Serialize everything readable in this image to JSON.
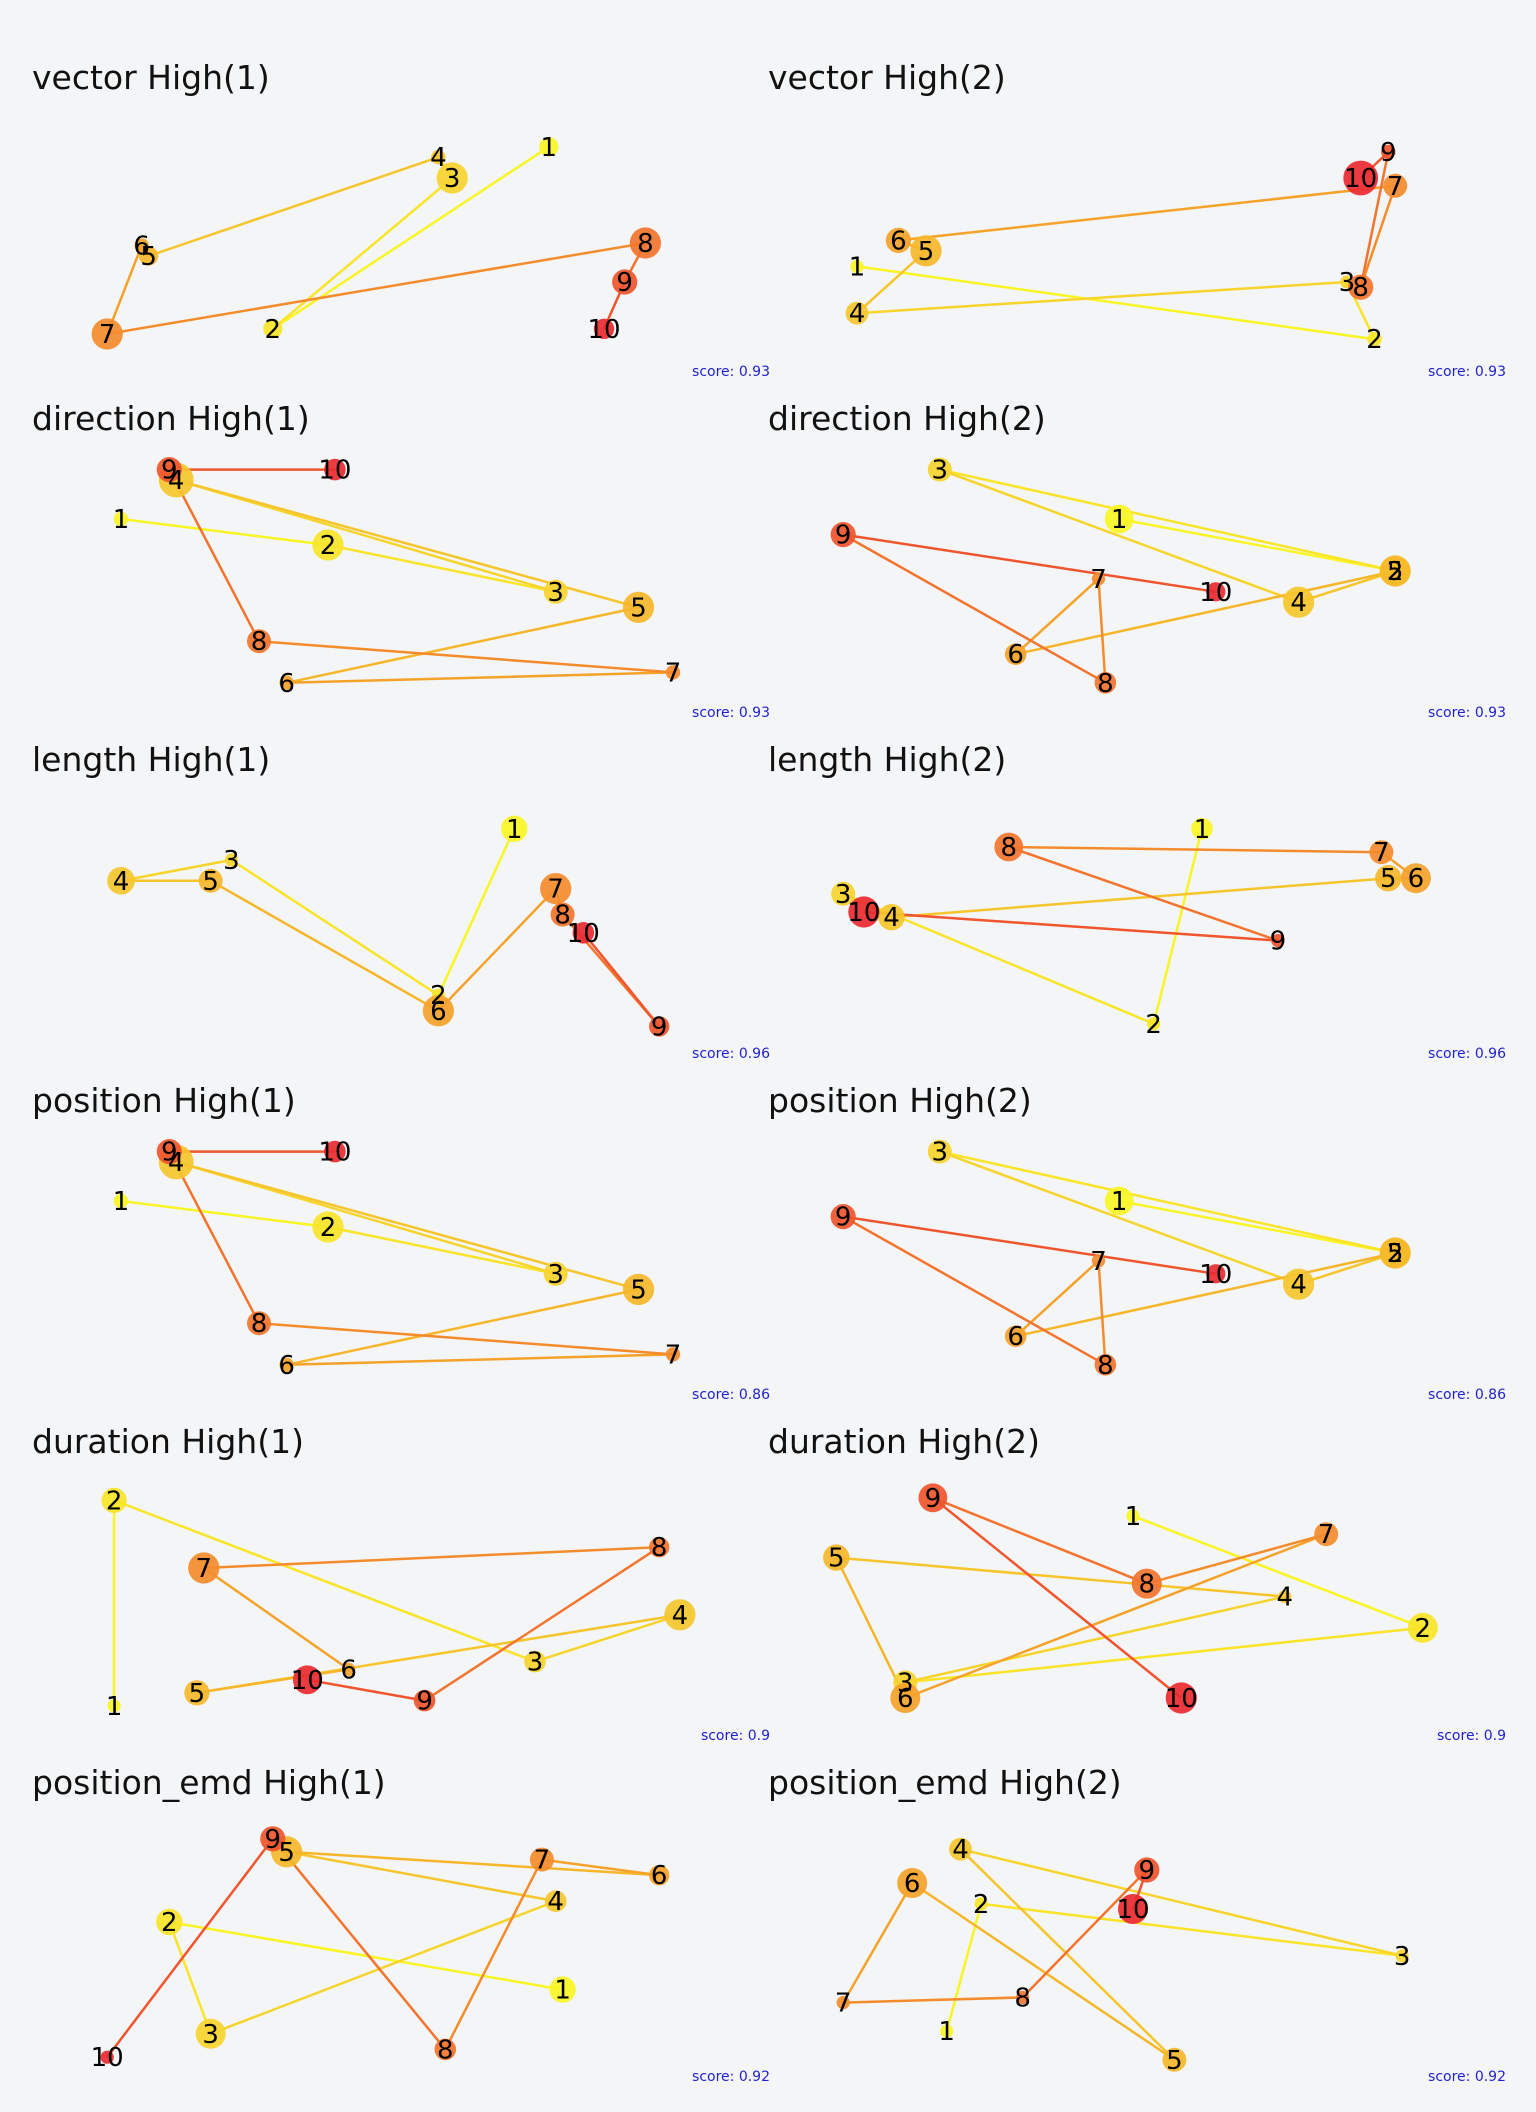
{
  "figure": {
    "colors": {
      "background": "#f3f5f7",
      "title_text": "#111111",
      "score_text": "#2222cc",
      "label_text": "#000000",
      "rank_ramp": [
        "#f9f524",
        "#f9e428",
        "#f7d42c",
        "#f6c52c",
        "#f6b62a",
        "#f5a22a",
        "#f48c2c",
        "#f3742e",
        "#f0552e",
        "#ea2a30"
      ]
    },
    "panels": [
      {
        "title": "vector High(1)",
        "score": "score: 0.93",
        "points": [
          {
            "label": "1",
            "x": 0.72,
            "y": 0.18
          },
          {
            "label": "2",
            "x": 0.32,
            "y": 0.88
          },
          {
            "label": "3",
            "x": 0.58,
            "y": 0.3
          },
          {
            "label": "4",
            "x": 0.56,
            "y": 0.22
          },
          {
            "label": "5",
            "x": 0.14,
            "y": 0.6
          },
          {
            "label": "6",
            "x": 0.13,
            "y": 0.56
          },
          {
            "label": "7",
            "x": 0.08,
            "y": 0.9
          },
          {
            "label": "8",
            "x": 0.86,
            "y": 0.55
          },
          {
            "label": "9",
            "x": 0.83,
            "y": 0.7
          },
          {
            "label": "10",
            "x": 0.8,
            "y": 0.88
          }
        ],
        "sizes": [
          0.3,
          0.3,
          0.8,
          0.1,
          0.3,
          0.1,
          0.8,
          0.8,
          0.55,
          0.35
        ]
      },
      {
        "title": "vector High(2)",
        "score": "score: 0.93",
        "points": [
          {
            "label": "1",
            "x": 0.1,
            "y": 0.64
          },
          {
            "label": "2",
            "x": 0.85,
            "y": 0.92
          },
          {
            "label": "3",
            "x": 0.81,
            "y": 0.7
          },
          {
            "label": "4",
            "x": 0.1,
            "y": 0.82
          },
          {
            "label": "5",
            "x": 0.2,
            "y": 0.58
          },
          {
            "label": "6",
            "x": 0.16,
            "y": 0.54
          },
          {
            "label": "7",
            "x": 0.88,
            "y": 0.33
          },
          {
            "label": "8",
            "x": 0.83,
            "y": 0.72
          },
          {
            "label": "9",
            "x": 0.87,
            "y": 0.2
          },
          {
            "label": "10",
            "x": 0.83,
            "y": 0.3
          }
        ],
        "sizes": [
          0.05,
          0.1,
          0.05,
          0.45,
          0.8,
          0.55,
          0.5,
          0.55,
          0.1,
          0.95
        ]
      },
      {
        "title": "direction High(1)",
        "score": "score: 0.93",
        "points": [
          {
            "label": "1",
            "x": 0.1,
            "y": 0.3
          },
          {
            "label": "2",
            "x": 0.4,
            "y": 0.4
          },
          {
            "label": "3",
            "x": 0.73,
            "y": 0.58
          },
          {
            "label": "4",
            "x": 0.18,
            "y": 0.15
          },
          {
            "label": "5",
            "x": 0.85,
            "y": 0.64
          },
          {
            "label": "6",
            "x": 0.34,
            "y": 0.93
          },
          {
            "label": "7",
            "x": 0.9,
            "y": 0.89
          },
          {
            "label": "8",
            "x": 0.3,
            "y": 0.77
          },
          {
            "label": "9",
            "x": 0.17,
            "y": 0.11
          },
          {
            "label": "10",
            "x": 0.41,
            "y": 0.11
          }
        ],
        "sizes": [
          0.1,
          0.8,
          0.5,
          0.95,
          0.8,
          0.1,
          0.1,
          0.5,
          0.55,
          0.4
        ]
      },
      {
        "title": "direction High(2)",
        "score": "score: 0.93",
        "points": [
          {
            "label": "1",
            "x": 0.48,
            "y": 0.3
          },
          {
            "label": "2",
            "x": 0.88,
            "y": 0.5
          },
          {
            "label": "3",
            "x": 0.22,
            "y": 0.11
          },
          {
            "label": "4",
            "x": 0.74,
            "y": 0.62
          },
          {
            "label": "5",
            "x": 0.88,
            "y": 0.5
          },
          {
            "label": "6",
            "x": 0.33,
            "y": 0.82
          },
          {
            "label": "7",
            "x": 0.45,
            "y": 0.53
          },
          {
            "label": "8",
            "x": 0.46,
            "y": 0.93
          },
          {
            "label": "9",
            "x": 0.08,
            "y": 0.36
          },
          {
            "label": "10",
            "x": 0.62,
            "y": 0.58
          }
        ],
        "sizes": [
          0.7,
          0.75,
          0.5,
          0.8,
          0.8,
          0.4,
          0.05,
          0.4,
          0.55,
          0.3
        ]
      },
      {
        "title": "length High(1)",
        "score": "score: 0.96",
        "points": [
          {
            "label": "1",
            "x": 0.67,
            "y": 0.18
          },
          {
            "label": "2",
            "x": 0.56,
            "y": 0.82
          },
          {
            "label": "3",
            "x": 0.26,
            "y": 0.3
          },
          {
            "label": "4",
            "x": 0.1,
            "y": 0.38
          },
          {
            "label": "5",
            "x": 0.23,
            "y": 0.38
          },
          {
            "label": "6",
            "x": 0.56,
            "y": 0.88
          },
          {
            "label": "7",
            "x": 0.73,
            "y": 0.41
          },
          {
            "label": "8",
            "x": 0.74,
            "y": 0.51
          },
          {
            "label": "9",
            "x": 0.88,
            "y": 0.94
          },
          {
            "label": "10",
            "x": 0.77,
            "y": 0.58
          }
        ],
        "sizes": [
          0.6,
          0.05,
          0.05,
          0.65,
          0.5,
          0.8,
          0.8,
          0.5,
          0.35,
          0.4
        ]
      },
      {
        "title": "length High(2)",
        "score": "score: 0.96",
        "points": [
          {
            "label": "1",
            "x": 0.6,
            "y": 0.18
          },
          {
            "label": "2",
            "x": 0.53,
            "y": 0.93
          },
          {
            "label": "3",
            "x": 0.08,
            "y": 0.43
          },
          {
            "label": "4",
            "x": 0.15,
            "y": 0.52
          },
          {
            "label": "5",
            "x": 0.87,
            "y": 0.37
          },
          {
            "label": "6",
            "x": 0.91,
            "y": 0.37
          },
          {
            "label": "7",
            "x": 0.86,
            "y": 0.27
          },
          {
            "label": "8",
            "x": 0.32,
            "y": 0.25
          },
          {
            "label": "9",
            "x": 0.71,
            "y": 0.61
          },
          {
            "label": "10",
            "x": 0.11,
            "y": 0.5
          }
        ],
        "sizes": [
          0.4,
          0.05,
          0.5,
          0.6,
          0.6,
          0.75,
          0.5,
          0.7,
          0.05,
          0.8
        ]
      },
      {
        "title": "position High(1)",
        "score": "score: 0.86",
        "points": [
          {
            "label": "1",
            "x": 0.1,
            "y": 0.3
          },
          {
            "label": "2",
            "x": 0.4,
            "y": 0.4
          },
          {
            "label": "3",
            "x": 0.73,
            "y": 0.58
          },
          {
            "label": "4",
            "x": 0.18,
            "y": 0.15
          },
          {
            "label": "5",
            "x": 0.85,
            "y": 0.64
          },
          {
            "label": "6",
            "x": 0.34,
            "y": 0.93
          },
          {
            "label": "7",
            "x": 0.9,
            "y": 0.89
          },
          {
            "label": "8",
            "x": 0.3,
            "y": 0.77
          },
          {
            "label": "9",
            "x": 0.17,
            "y": 0.11
          },
          {
            "label": "10",
            "x": 0.41,
            "y": 0.11
          }
        ],
        "sizes": [
          0.1,
          0.8,
          0.5,
          0.95,
          0.8,
          0.1,
          0.1,
          0.5,
          0.55,
          0.4
        ]
      },
      {
        "title": "position High(2)",
        "score": "score: 0.86",
        "points": [
          {
            "label": "1",
            "x": 0.48,
            "y": 0.3
          },
          {
            "label": "2",
            "x": 0.88,
            "y": 0.5
          },
          {
            "label": "3",
            "x": 0.22,
            "y": 0.11
          },
          {
            "label": "4",
            "x": 0.74,
            "y": 0.62
          },
          {
            "label": "5",
            "x": 0.88,
            "y": 0.5
          },
          {
            "label": "6",
            "x": 0.33,
            "y": 0.82
          },
          {
            "label": "7",
            "x": 0.45,
            "y": 0.53
          },
          {
            "label": "8",
            "x": 0.46,
            "y": 0.93
          },
          {
            "label": "9",
            "x": 0.08,
            "y": 0.36
          },
          {
            "label": "10",
            "x": 0.62,
            "y": 0.58
          }
        ],
        "sizes": [
          0.7,
          0.75,
          0.5,
          0.8,
          0.8,
          0.4,
          0.05,
          0.4,
          0.55,
          0.3
        ]
      },
      {
        "title": "duration High(1)",
        "score": "score: 0.9",
        "points": [
          {
            "label": "1",
            "x": 0.09,
            "y": 0.93
          },
          {
            "label": "2",
            "x": 0.09,
            "y": 0.14
          },
          {
            "label": "3",
            "x": 0.7,
            "y": 0.76
          },
          {
            "label": "4",
            "x": 0.91,
            "y": 0.58
          },
          {
            "label": "5",
            "x": 0.21,
            "y": 0.88
          },
          {
            "label": "6",
            "x": 0.43,
            "y": 0.79
          },
          {
            "label": "7",
            "x": 0.22,
            "y": 0.4
          },
          {
            "label": "8",
            "x": 0.88,
            "y": 0.32
          },
          {
            "label": "9",
            "x": 0.54,
            "y": 0.91
          },
          {
            "label": "10",
            "x": 0.37,
            "y": 0.83
          }
        ],
        "sizes": [
          0.05,
          0.55,
          0.4,
          0.8,
          0.55,
          0.05,
          0.8,
          0.35,
          0.4,
          0.7
        ]
      },
      {
        "title": "duration High(2)",
        "score": "score: 0.9",
        "points": [
          {
            "label": "1",
            "x": 0.5,
            "y": 0.2
          },
          {
            "label": "2",
            "x": 0.92,
            "y": 0.63
          },
          {
            "label": "3",
            "x": 0.17,
            "y": 0.84
          },
          {
            "label": "4",
            "x": 0.72,
            "y": 0.51
          },
          {
            "label": "5",
            "x": 0.07,
            "y": 0.36
          },
          {
            "label": "6",
            "x": 0.17,
            "y": 0.9
          },
          {
            "label": "7",
            "x": 0.78,
            "y": 0.27
          },
          {
            "label": "8",
            "x": 0.52,
            "y": 0.46
          },
          {
            "label": "9",
            "x": 0.21,
            "y": 0.13
          },
          {
            "label": "10",
            "x": 0.57,
            "y": 0.9
          }
        ],
        "sizes": [
          0.05,
          0.75,
          0.5,
          0.05,
          0.6,
          0.75,
          0.5,
          0.75,
          0.7,
          0.8
        ]
      },
      {
        "title": "position_emd High(1)",
        "score": "score: 0.92",
        "points": [
          {
            "label": "1",
            "x": 0.74,
            "y": 0.71
          },
          {
            "label": "2",
            "x": 0.17,
            "y": 0.45
          },
          {
            "label": "3",
            "x": 0.23,
            "y": 0.88
          },
          {
            "label": "4",
            "x": 0.73,
            "y": 0.37
          },
          {
            "label": "5",
            "x": 0.34,
            "y": 0.18
          },
          {
            "label": "6",
            "x": 0.88,
            "y": 0.27
          },
          {
            "label": "7",
            "x": 0.71,
            "y": 0.21
          },
          {
            "label": "8",
            "x": 0.57,
            "y": 0.94
          },
          {
            "label": "9",
            "x": 0.32,
            "y": 0.13
          },
          {
            "label": "10",
            "x": 0.08,
            "y": 0.97
          }
        ],
        "sizes": [
          0.6,
          0.6,
          0.75,
          0.4,
          0.8,
          0.35,
          0.5,
          0.4,
          0.55,
          0.05
        ]
      },
      {
        "title": "position_emd High(2)",
        "score": "score: 0.92",
        "points": [
          {
            "label": "1",
            "x": 0.23,
            "y": 0.87
          },
          {
            "label": "2",
            "x": 0.28,
            "y": 0.38
          },
          {
            "label": "3",
            "x": 0.89,
            "y": 0.58
          },
          {
            "label": "4",
            "x": 0.25,
            "y": 0.17
          },
          {
            "label": "5",
            "x": 0.56,
            "y": 0.98
          },
          {
            "label": "6",
            "x": 0.18,
            "y": 0.3
          },
          {
            "label": "7",
            "x": 0.08,
            "y": 0.76
          },
          {
            "label": "8",
            "x": 0.34,
            "y": 0.74
          },
          {
            "label": "9",
            "x": 0.52,
            "y": 0.25
          },
          {
            "label": "10",
            "x": 0.5,
            "y": 0.4
          }
        ],
        "sizes": [
          0.05,
          0.05,
          0.05,
          0.45,
          0.5,
          0.75,
          0.05,
          0.05,
          0.55,
          0.75
        ]
      }
    ]
  }
}
